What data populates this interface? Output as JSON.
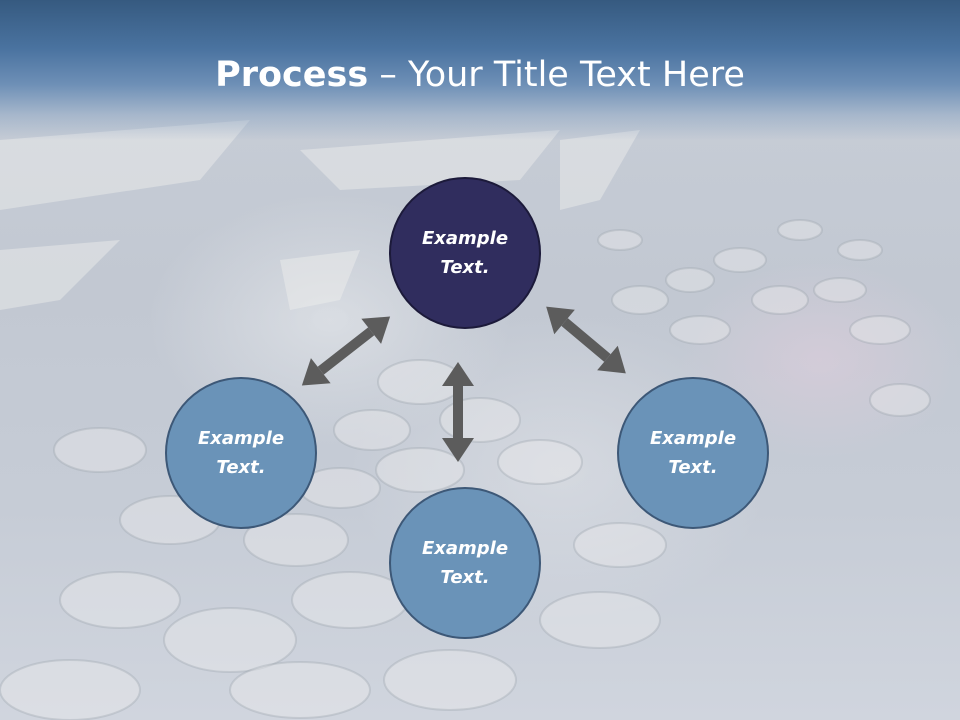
{
  "slide": {
    "title_bold": "Process",
    "title_sep": "–",
    "title_rest": "Your Title Text Here"
  },
  "diagram": {
    "nodes": [
      {
        "id": "top",
        "label": "Example\nText.",
        "color": "#302d5e"
      },
      {
        "id": "left",
        "label": "Example\nText.",
        "color": "#6a93b8"
      },
      {
        "id": "right",
        "label": "Example\nText.",
        "color": "#6a93b8"
      },
      {
        "id": "bottom",
        "label": "Example\nText.",
        "color": "#6a93b8"
      }
    ],
    "arrow_color": "#5a5a5a"
  }
}
